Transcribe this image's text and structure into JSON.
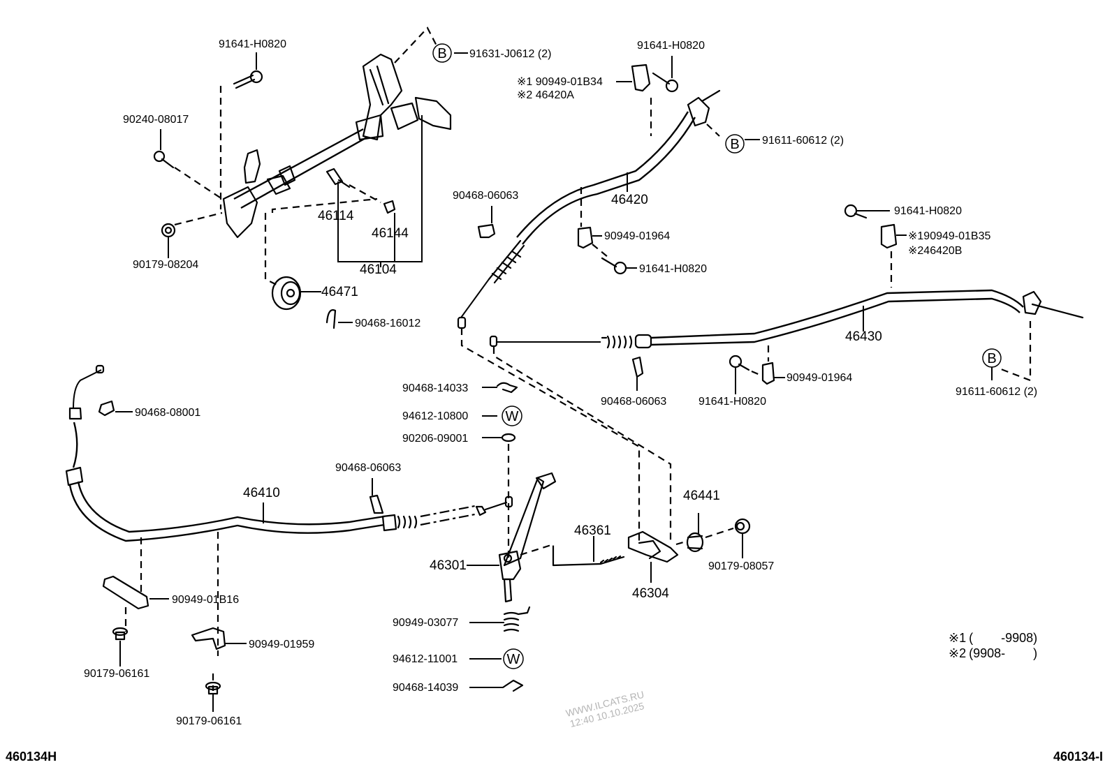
{
  "diagram": {
    "title_code_left": "460134H",
    "title_code_right": "460134-I",
    "watermark": {
      "line1": "WWW.ILCATS.RU",
      "line2": "12:40 10.10.2025"
    },
    "notes": [
      {
        "mark": "※1",
        "text": "(        -9908)"
      },
      {
        "mark": "※2",
        "text": "(9908-        )"
      }
    ],
    "callouts": {
      "B": "B",
      "W": "W"
    },
    "labels": {
      "l01": "91641-H0820",
      "l02": "91631-J0612 (2)",
      "l03": "90240-08017",
      "l04": "90179-08204",
      "l05": "46114",
      "l06": "46144",
      "l07": "46104",
      "l08": "46471",
      "l09": "90468-16012",
      "l10": "91641-H0820",
      "l11": "※1 90949-01B34",
      "l12": "※2 46420A",
      "l13": "91611-60612 (2)",
      "l14": "46420",
      "l15": "90468-06063",
      "l16": "90949-01964",
      "l17": "91641-H0820",
      "l18": "91641-H0820",
      "l19": "※190949-01B35",
      "l20": "※246420B",
      "l21": "46430",
      "l22": "90468-06063",
      "l23": "91641-H0820",
      "l24": "90949-01964",
      "l25": "91611-60612 (2)",
      "l26": "90468-14033",
      "l27": "94612-10800",
      "l28": "90206-09001",
      "l29": "90468-08001",
      "l30": "90468-06063",
      "l31": "46410",
      "l32": "46301",
      "l33": "46361",
      "l34": "46441",
      "l35": "90179-08057",
      "l36": "46304",
      "l37": "90949-03077",
      "l38": "94612-11001",
      "l39": "90468-14039",
      "l40": "90949-01B16",
      "l41": "90179-06161",
      "l42": "90949-01959",
      "l43": "90179-06161"
    }
  }
}
